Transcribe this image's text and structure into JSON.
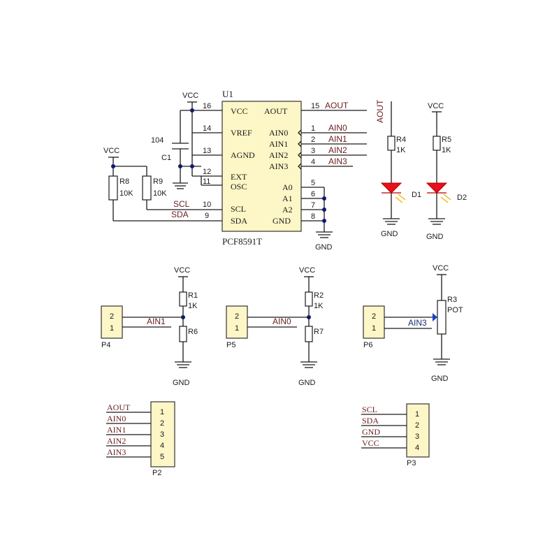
{
  "power": {
    "vcc": "VCC",
    "gnd": "GND"
  },
  "u1": {
    "ref": "U1",
    "part": "PCF8591T",
    "pins_left": [
      {
        "num": "16",
        "name": "VCC"
      },
      {
        "num": "14",
        "name": "VREF"
      },
      {
        "num": "13",
        "name": "AGND"
      },
      {
        "num": "12",
        "name": "EXT"
      },
      {
        "num": "11",
        "name": "OSC"
      },
      {
        "num": "10",
        "name": "SCL"
      },
      {
        "num": "9",
        "name": "SDA"
      }
    ],
    "pins_right": [
      {
        "num": "15",
        "name": "AOUT",
        "net": "AOUT"
      },
      {
        "num": "1",
        "name": "AIN0",
        "net": "AIN0"
      },
      {
        "num": "2",
        "name": "AIN1",
        "net": "AIN1"
      },
      {
        "num": "3",
        "name": "AIN2",
        "net": "AIN2"
      },
      {
        "num": "4",
        "name": "AIN3",
        "net": "AIN3"
      },
      {
        "num": "5",
        "name": "A0"
      },
      {
        "num": "6",
        "name": "A1"
      },
      {
        "num": "7",
        "name": "A2"
      },
      {
        "num": "8",
        "name": "GND"
      }
    ]
  },
  "c1": {
    "ref": "C1",
    "value": "104"
  },
  "r8": {
    "ref": "R8",
    "value": "10K"
  },
  "r9": {
    "ref": "R9",
    "value": "10K"
  },
  "nets": {
    "scl": "SCL",
    "sda": "SDA",
    "aout": "AOUT",
    "ain0": "AIN0",
    "ain1": "AIN1",
    "ain3": "AIN3"
  },
  "r4": {
    "ref": "R4",
    "value": "1K"
  },
  "r5": {
    "ref": "R5",
    "value": "1K"
  },
  "d1": {
    "ref": "D1"
  },
  "d2": {
    "ref": "D2"
  },
  "r1": {
    "ref": "R1",
    "value": "1K"
  },
  "r2": {
    "ref": "R2",
    "value": "1K"
  },
  "r3": {
    "ref": "R3",
    "value": "POT"
  },
  "r6": {
    "ref": "R6"
  },
  "r7": {
    "ref": "R7"
  },
  "p4": {
    "ref": "P4",
    "pins": [
      "2",
      "1"
    ]
  },
  "p5": {
    "ref": "P5",
    "pins": [
      "2",
      "1"
    ]
  },
  "p6": {
    "ref": "P6",
    "pins": [
      "2",
      "1"
    ]
  },
  "p2": {
    "ref": "P2",
    "pins": [
      "1",
      "2",
      "3",
      "4",
      "5"
    ],
    "nets": [
      "AOUT",
      "AIN0",
      "AIN1",
      "AIN2",
      "AIN3"
    ]
  },
  "p3": {
    "ref": "P3",
    "pins": [
      "1",
      "2",
      "3",
      "4"
    ],
    "nets": [
      "SCL",
      "SDA",
      "GND",
      "VCC"
    ]
  }
}
